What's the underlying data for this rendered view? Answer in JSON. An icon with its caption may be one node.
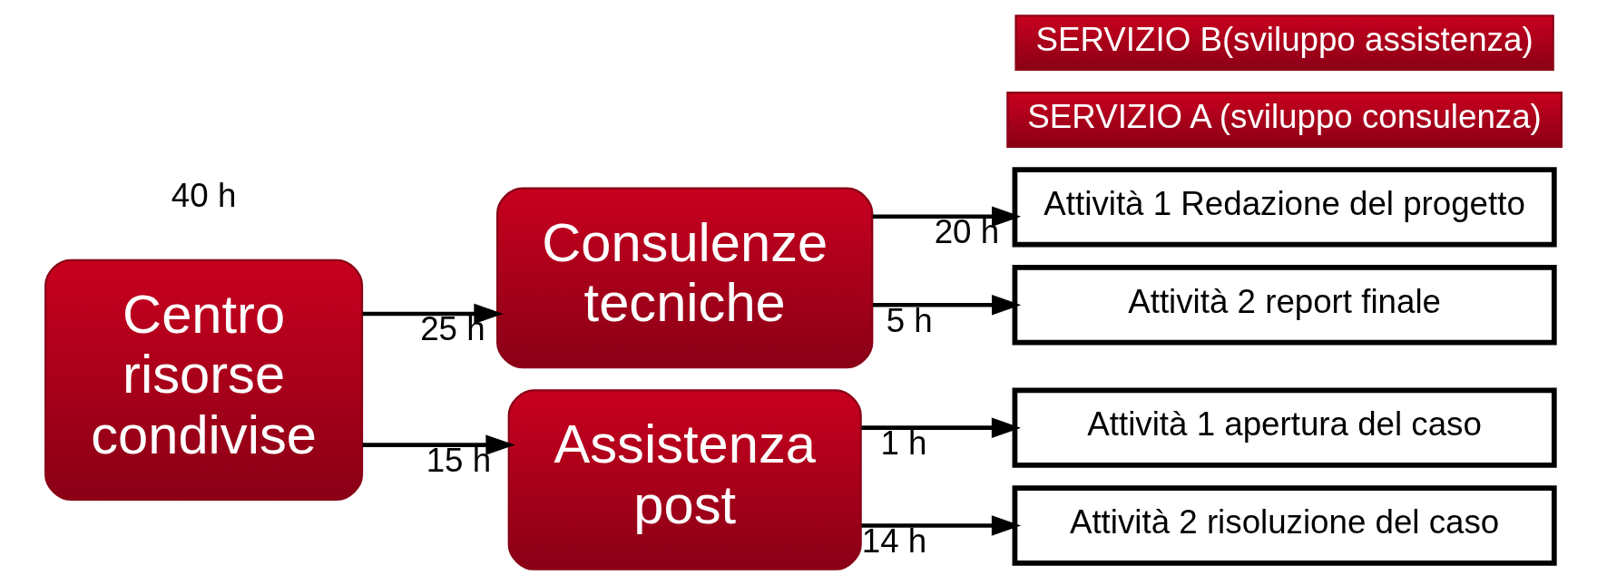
{
  "diagram": {
    "nodes": [
      {
        "text": [
          "Centro risorse condivise"
        ]
      },
      {
        "text": [
          "Consulenze tecniche"
        ]
      },
      {
        "text": [
          "Assistenza post"
        ]
      },
      {
        "text": [
          "SERVIZIO A (sviluppo consulenza)"
        ]
      },
      {
        "text": [
          "Attività 1 Redazione del progetto"
        ]
      },
      {
        "text": [
          "Attività 2 report finale"
        ]
      },
      {
        "text": [
          "SERVIZIO B(sviluppo assistenza)"
        ]
      },
      {
        "text": [
          "Attività 1 apertura del caso"
        ]
      },
      {
        "text": [
          "Attività 2 risoluzione del caso"
        ]
      }
    ],
    "edges": [
      {
        "from": 0,
        "to": 1,
        "arrow": "to",
        "label": "25 h"
      },
      {
        "from": 0,
        "to": 2,
        "arrow": "to",
        "label": "15 h"
      },
      {
        "from": 1,
        "to": 4,
        "arrow": "to",
        "label": "20 h"
      },
      {
        "from": 1,
        "to": 5,
        "arrow": "to",
        "label": "5 h"
      },
      {
        "from": 2,
        "to": 7,
        "arrow": "to",
        "label": "1 h"
      },
      {
        "from": 2,
        "to": 8,
        "arrow": "to",
        "label": "14 h"
      }
    ],
    "labels": [
      "40 h"
    ]
  }
}
